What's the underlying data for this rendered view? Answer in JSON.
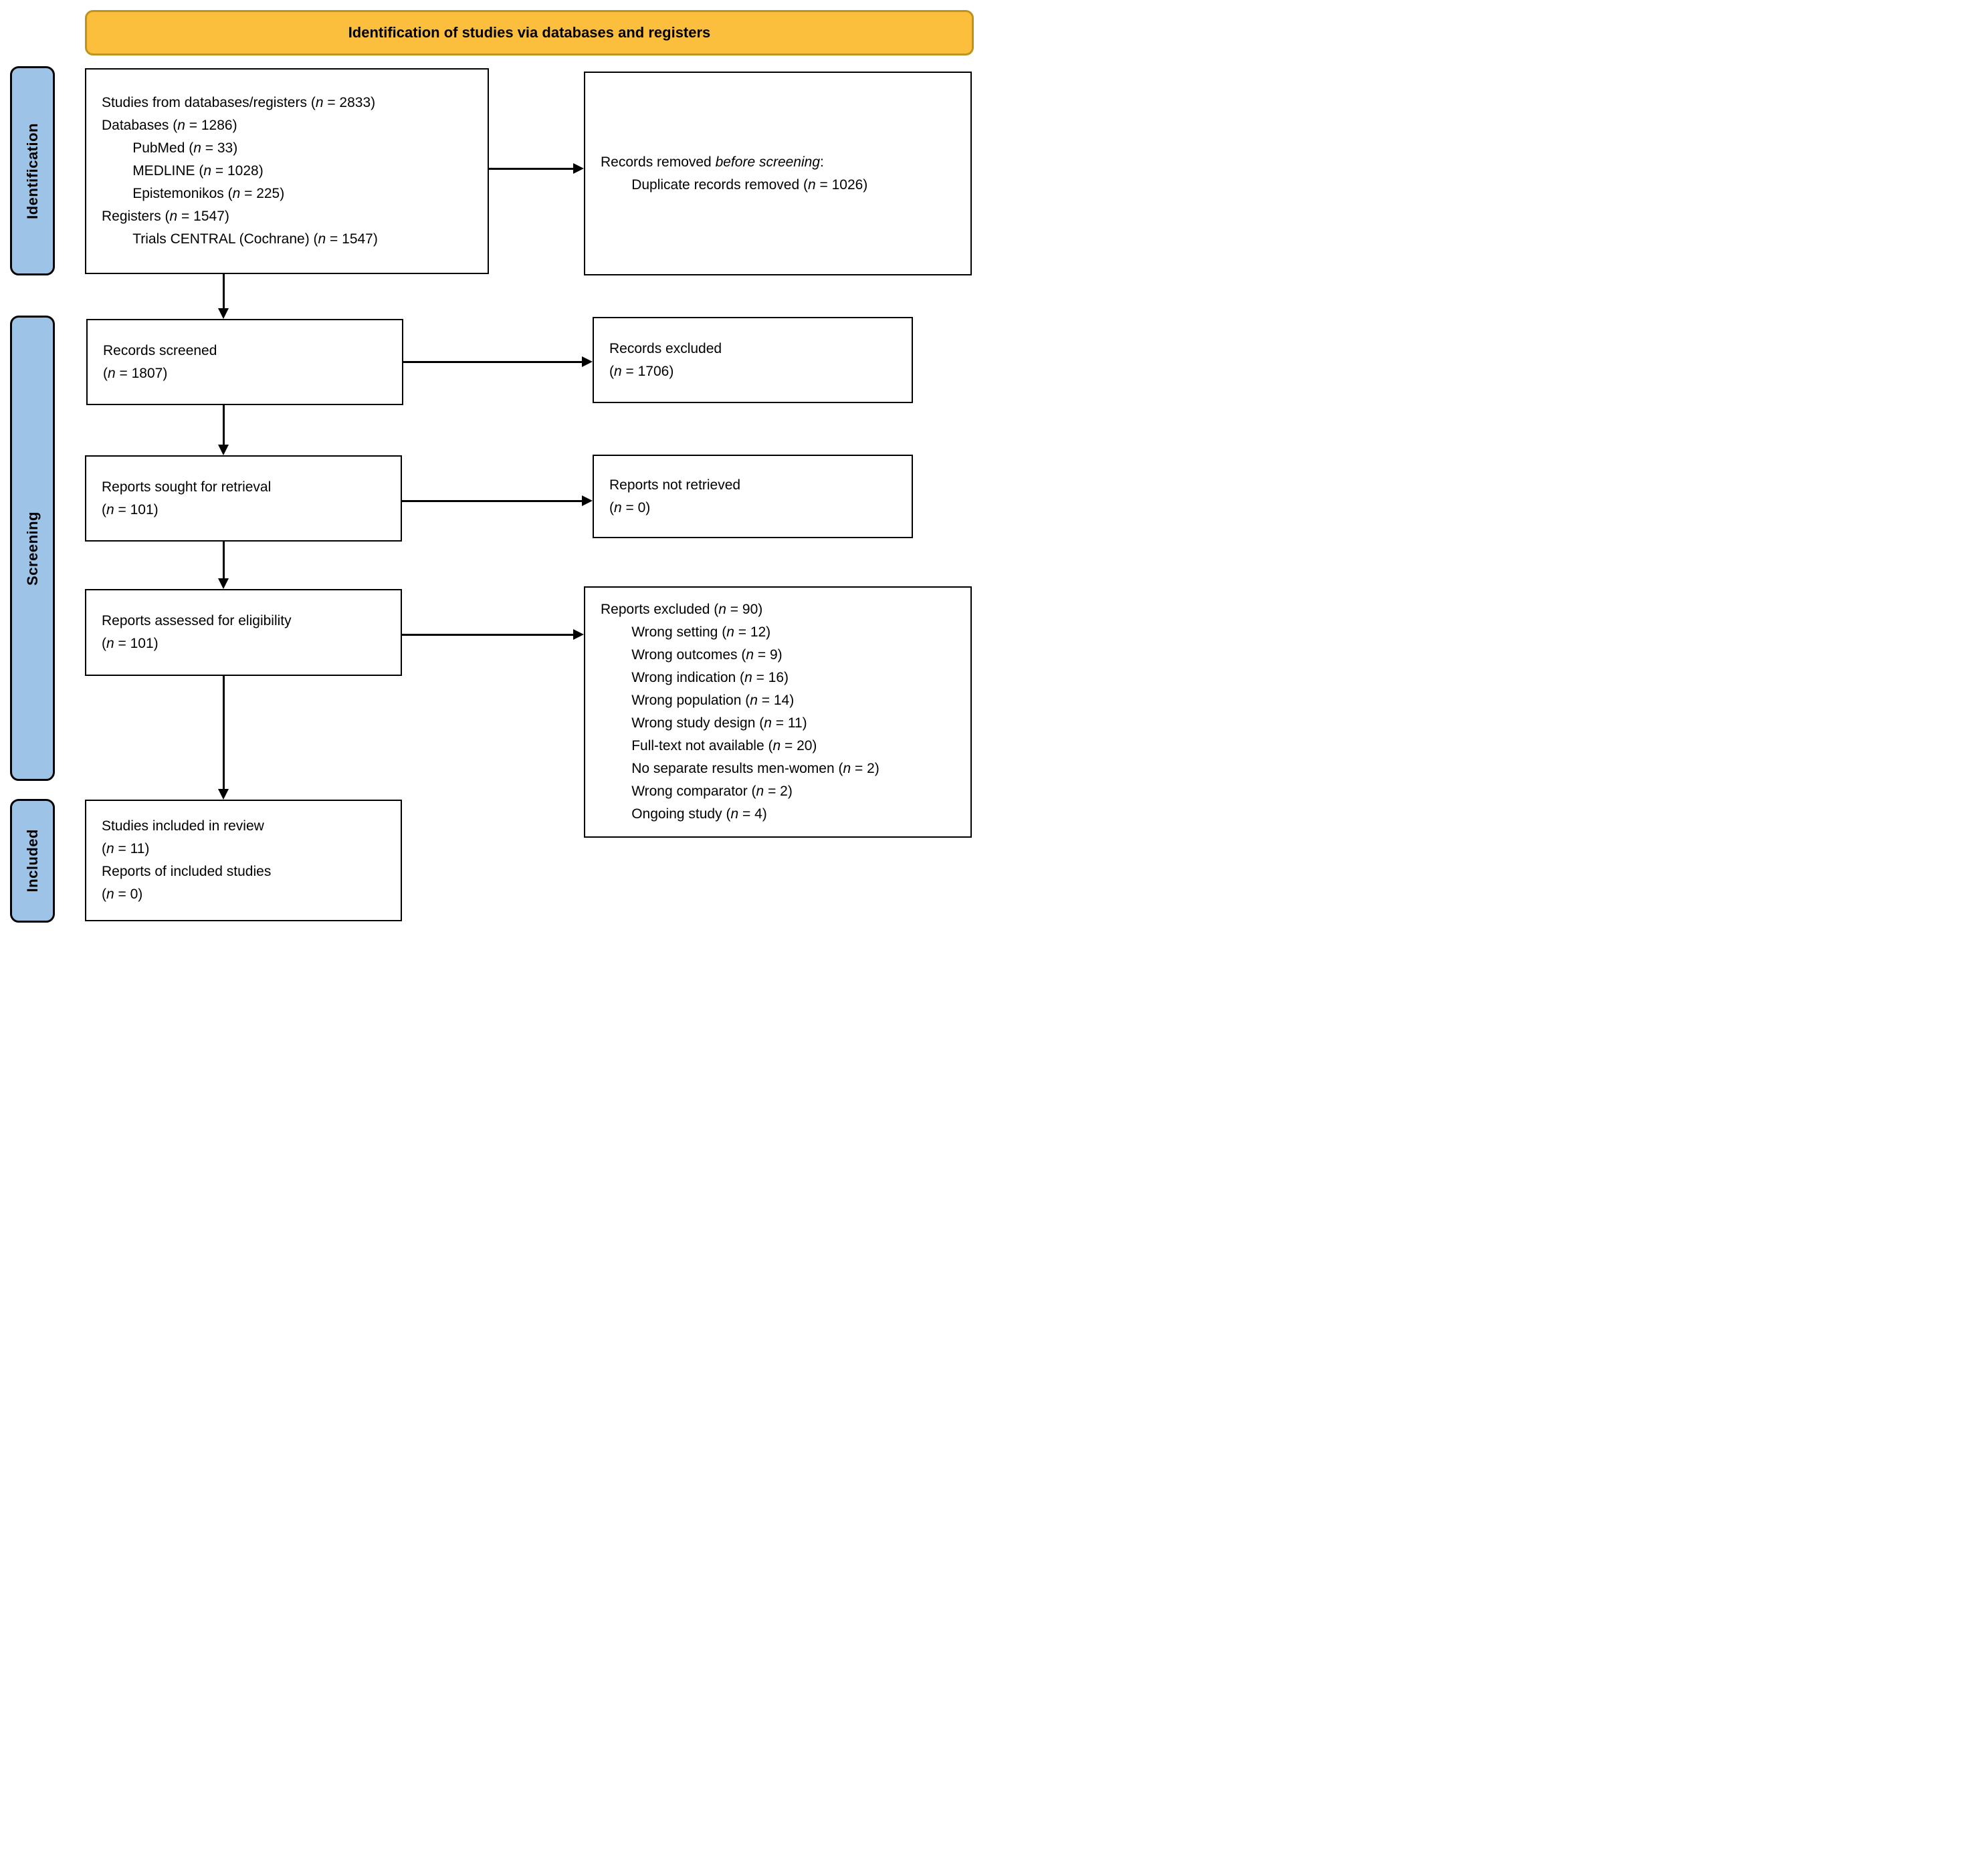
{
  "colors": {
    "banner_fill": "#FBBE3D",
    "banner_border": "#BD9420",
    "sidebar_fill": "#9DC3E6",
    "line_color": "#000000"
  },
  "banner": {
    "title": "Identification of studies via databases and registers"
  },
  "sidebar": {
    "labels": [
      {
        "id": "identification",
        "text": "Identification"
      },
      {
        "id": "screening",
        "text": "Screening"
      },
      {
        "id": "included",
        "text": "Included"
      }
    ]
  },
  "boxes": {
    "db_records": {
      "lines": [
        {
          "indent": 0,
          "seg": [
            {
              "t": "Studies from databases/registers ("
            },
            {
              "t": "n",
              "i": true
            },
            {
              "t": " = 2833)"
            }
          ]
        },
        {
          "indent": 0,
          "seg": [
            {
              "t": "Databases ("
            },
            {
              "t": "n",
              "i": true
            },
            {
              "t": " = 1286)"
            }
          ]
        },
        {
          "indent": 1,
          "seg": [
            {
              "t": "PubMed ("
            },
            {
              "t": "n",
              "i": true
            },
            {
              "t": " = 33)"
            }
          ]
        },
        {
          "indent": 1,
          "seg": [
            {
              "t": "MEDLINE ("
            },
            {
              "t": "n",
              "i": true
            },
            {
              "t": " = 1028)"
            }
          ]
        },
        {
          "indent": 1,
          "seg": [
            {
              "t": "Epistemonikos ("
            },
            {
              "t": "n",
              "i": true
            },
            {
              "t": " = 225)"
            }
          ]
        },
        {
          "indent": 0,
          "seg": [
            {
              "t": "Registers ("
            },
            {
              "t": "n",
              "i": true
            },
            {
              "t": " = 1547)"
            }
          ]
        },
        {
          "indent": 1,
          "seg": [
            {
              "t": "Trials CENTRAL (Cochrane) ("
            },
            {
              "t": "n",
              "i": true
            },
            {
              "t": " = 1547)"
            }
          ]
        }
      ]
    },
    "removed_before_screening": {
      "lines": [
        {
          "indent": 0,
          "seg": [
            {
              "t": "Records removed "
            },
            {
              "t": "before screening",
              "i": true
            },
            {
              "t": ":"
            }
          ]
        },
        {
          "indent": 1,
          "seg": [
            {
              "t": "Duplicate records removed ("
            },
            {
              "t": "n",
              "i": true
            },
            {
              "t": " = 1026)"
            }
          ]
        }
      ]
    },
    "records_screened": {
      "lines": [
        {
          "indent": 0,
          "seg": [
            {
              "t": "Records screened"
            }
          ]
        },
        {
          "indent": 0,
          "seg": [
            {
              "t": "("
            },
            {
              "t": "n",
              "i": true
            },
            {
              "t": " = 1807)"
            }
          ]
        }
      ]
    },
    "records_excluded": {
      "lines": [
        {
          "indent": 0,
          "seg": [
            {
              "t": "Records excluded"
            }
          ]
        },
        {
          "indent": 0,
          "seg": [
            {
              "t": "("
            },
            {
              "t": "n",
              "i": true
            },
            {
              "t": " = 1706)"
            }
          ]
        }
      ]
    },
    "reports_sought": {
      "lines": [
        {
          "indent": 0,
          "seg": [
            {
              "t": "Reports sought for retrieval"
            }
          ]
        },
        {
          "indent": 0,
          "seg": [
            {
              "t": "("
            },
            {
              "t": "n",
              "i": true
            },
            {
              "t": " = 101)"
            }
          ]
        }
      ]
    },
    "reports_not_retrieved": {
      "lines": [
        {
          "indent": 0,
          "seg": [
            {
              "t": "Reports not retrieved"
            }
          ]
        },
        {
          "indent": 0,
          "seg": [
            {
              "t": "("
            },
            {
              "t": "n",
              "i": true
            },
            {
              "t": " = 0)"
            }
          ]
        }
      ]
    },
    "reports_assessed": {
      "lines": [
        {
          "indent": 0,
          "seg": [
            {
              "t": "Reports assessed for eligibility"
            }
          ]
        },
        {
          "indent": 0,
          "seg": [
            {
              "t": "("
            },
            {
              "t": "n",
              "i": true
            },
            {
              "t": " = 101)"
            }
          ]
        }
      ]
    },
    "reports_excluded": {
      "lines": [
        {
          "indent": 0,
          "seg": [
            {
              "t": "Reports excluded ("
            },
            {
              "t": "n",
              "i": true
            },
            {
              "t": " = 90)"
            }
          ]
        },
        {
          "indent": 1,
          "seg": [
            {
              "t": "Wrong setting ("
            },
            {
              "t": "n",
              "i": true
            },
            {
              "t": " = 12)"
            }
          ]
        },
        {
          "indent": 1,
          "seg": [
            {
              "t": "Wrong outcomes ("
            },
            {
              "t": "n",
              "i": true
            },
            {
              "t": " = 9)"
            }
          ]
        },
        {
          "indent": 1,
          "seg": [
            {
              "t": "Wrong indication ("
            },
            {
              "t": "n",
              "i": true
            },
            {
              "t": " = 16)"
            }
          ]
        },
        {
          "indent": 1,
          "seg": [
            {
              "t": "Wrong population ("
            },
            {
              "t": "n",
              "i": true
            },
            {
              "t": " = 14)"
            }
          ]
        },
        {
          "indent": 1,
          "seg": [
            {
              "t": "Wrong study design ("
            },
            {
              "t": "n",
              "i": true
            },
            {
              "t": " = 11)"
            }
          ]
        },
        {
          "indent": 1,
          "seg": [
            {
              "t": "Full-text not available ("
            },
            {
              "t": "n",
              "i": true
            },
            {
              "t": " = 20)"
            }
          ]
        },
        {
          "indent": 1,
          "seg": [
            {
              "t": "No separate results men-women ("
            },
            {
              "t": "n",
              "i": true
            },
            {
              "t": " = 2)"
            }
          ]
        },
        {
          "indent": 1,
          "seg": [
            {
              "t": "Wrong comparator ("
            },
            {
              "t": "n",
              "i": true
            },
            {
              "t": " = 2)"
            }
          ]
        },
        {
          "indent": 1,
          "seg": [
            {
              "t": "Ongoing study ("
            },
            {
              "t": "n",
              "i": true
            },
            {
              "t": " = 4)"
            }
          ]
        }
      ]
    },
    "included_studies": {
      "lines": [
        {
          "indent": 0,
          "seg": [
            {
              "t": "Studies included in review"
            }
          ]
        },
        {
          "indent": 0,
          "seg": [
            {
              "t": "("
            },
            {
              "t": "n",
              "i": true
            },
            {
              "t": " = 11)"
            }
          ]
        },
        {
          "indent": 0,
          "seg": [
            {
              "t": "Reports of included studies"
            }
          ]
        },
        {
          "indent": 0,
          "seg": [
            {
              "t": "("
            },
            {
              "t": "n",
              "i": true
            },
            {
              "t": " = 0)"
            }
          ]
        }
      ]
    }
  }
}
